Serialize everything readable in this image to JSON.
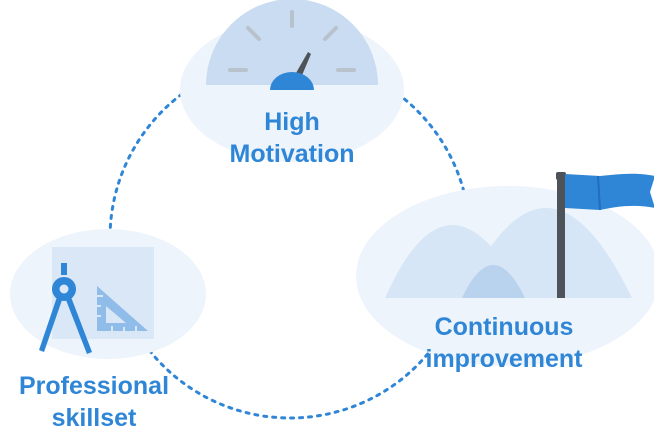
{
  "nodes": {
    "motivation": {
      "line1": "High",
      "line2": "Motivation",
      "icon": "speedometer-icon"
    },
    "improvement": {
      "line1": "Continuous",
      "line2": "improvement",
      "icon": "flag-on-mountain-icon"
    },
    "skillset": {
      "line1": "Professional",
      "line2": "skillset",
      "icon": "drafting-tools-icon"
    }
  },
  "colors": {
    "accent": "#2f86d6",
    "light_fill": "#e6f0fa",
    "mid_fill": "#c7dbf2",
    "tick_gray": "#b8c2cc",
    "flag_pole": "#4d5358"
  }
}
